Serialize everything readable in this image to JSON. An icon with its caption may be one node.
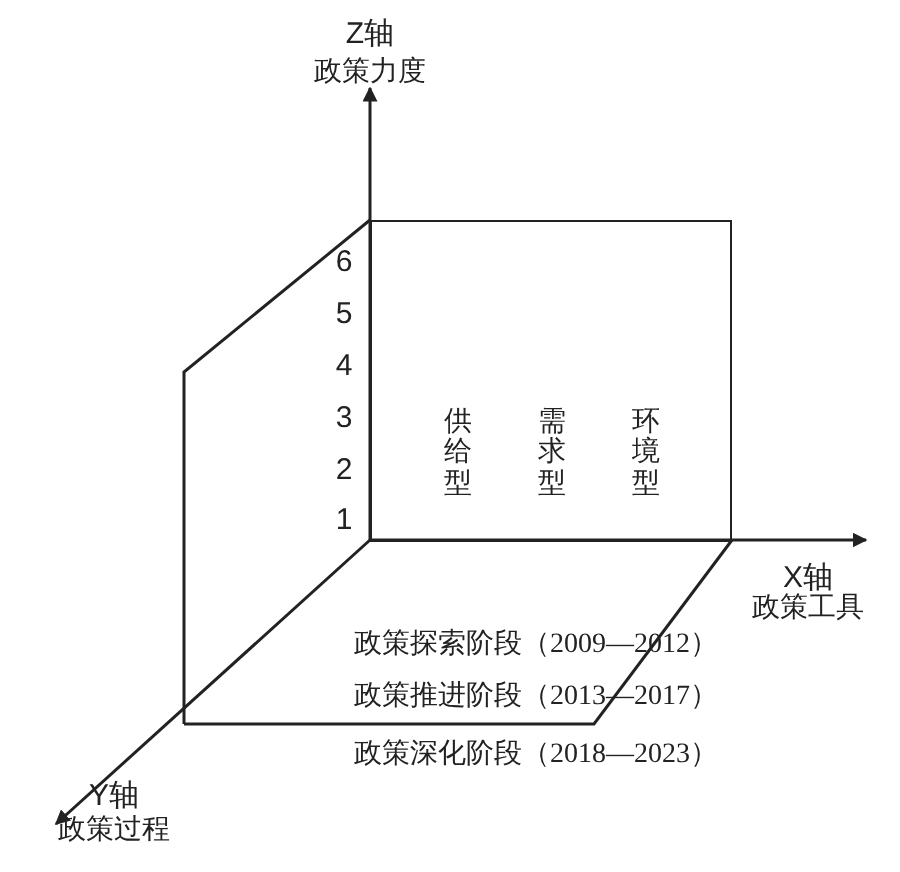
{
  "diagram": {
    "nodes": [
      {
        "text": [
          "供给型",
          "需求型",
          "环境型"
        ]
      }
    ],
    "labels": [
      "Z轴",
      "政策力度",
      "6",
      "5",
      "4",
      "3",
      "2",
      "1",
      "X轴",
      "政策工具",
      "政策探索阶段（2009—2012）",
      "政策推进阶段（2013—2017）",
      "政策深化阶段（2018—2023）",
      "Y轴",
      "政策过程"
    ]
  }
}
